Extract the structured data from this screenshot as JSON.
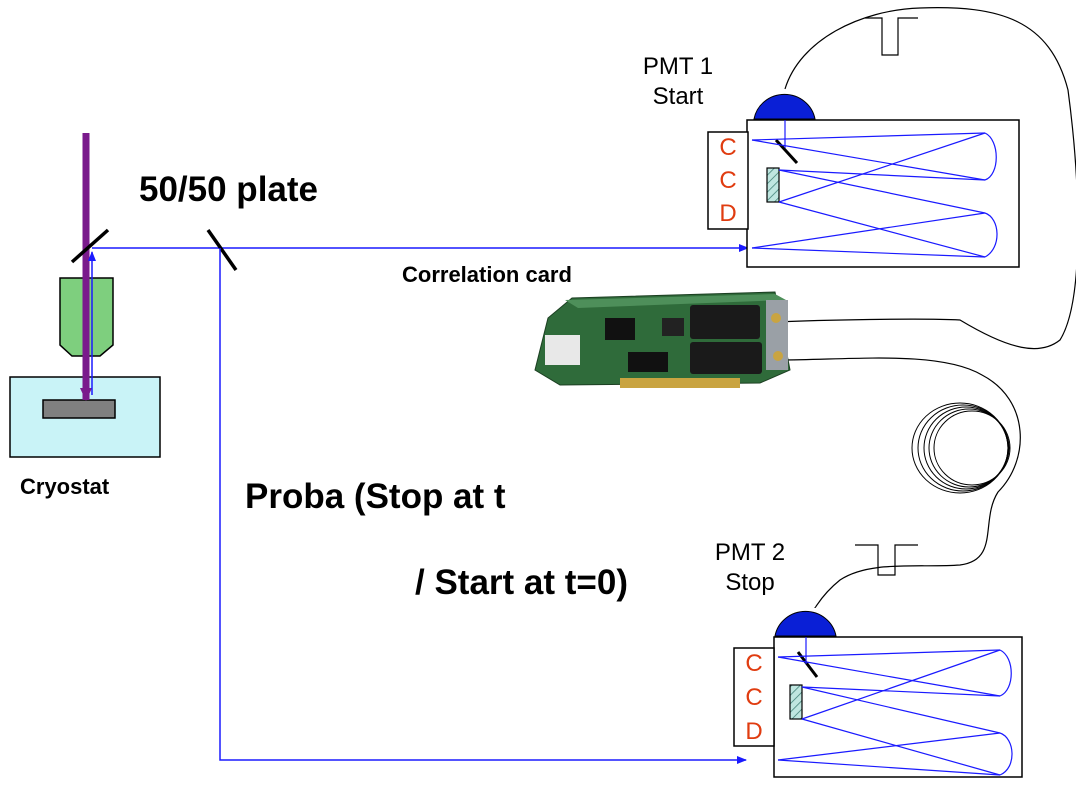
{
  "labels": {
    "plate": "50/50 plate",
    "correlation_card": "Correlation card",
    "cryostat": "Cryostat",
    "proba_line1": "Proba (Stop at t",
    "proba_line2": "/ Start at t=0)"
  },
  "pmt1": {
    "name": "PMT 1",
    "role": "Start"
  },
  "pmt2": {
    "name": "PMT 2",
    "role": "Stop"
  },
  "ccd_letters": [
    "C",
    "C",
    "D"
  ],
  "colors": {
    "beam": "#1a1aff",
    "laser": "#7a1a8c",
    "pmt": "#0a1fd6",
    "ccd_text": "#e03c10",
    "objective": "#7ecf7e",
    "cryostat": "#c9f3f7",
    "sample": "#808080",
    "grating": "#a8d8d0",
    "card_pcb": "#2f6b3a"
  }
}
